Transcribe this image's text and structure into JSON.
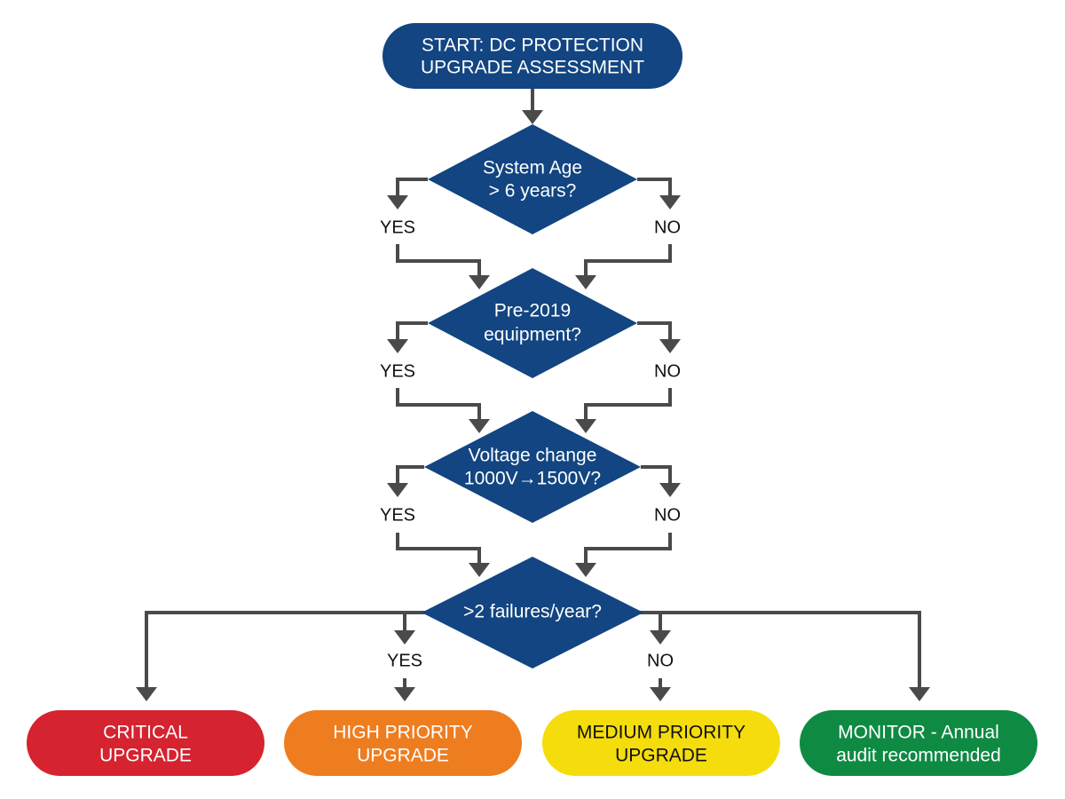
{
  "colors": {
    "start": "#124581",
    "decision": "#124581",
    "critical": "#d5232f",
    "high": "#ee7d20",
    "medium": "#f5dd0d",
    "monitor": "#0e8a43",
    "edge": "#4a4a4a"
  },
  "start": {
    "lines": [
      "START: DC PROTECTION",
      "UPGRADE ASSESSMENT"
    ]
  },
  "decisions": [
    {
      "lines": [
        "System Age",
        "> 6 years?"
      ],
      "yes": "YES",
      "no": "NO"
    },
    {
      "lines": [
        "Pre-2019",
        "equipment?"
      ],
      "yes": "YES",
      "no": "NO"
    },
    {
      "lines": [
        "Voltage change",
        "1000V→1500V?"
      ],
      "yes": "YES",
      "no": "NO"
    },
    {
      "lines": [
        ">2 failures/year?"
      ],
      "yes": "YES",
      "no": "NO"
    }
  ],
  "outcomes": [
    {
      "lines": [
        "CRITICAL",
        "UPGRADE"
      ]
    },
    {
      "lines": [
        "HIGH PRIORITY",
        "UPGRADE"
      ]
    },
    {
      "lines": [
        "MEDIUM PRIORITY",
        "UPGRADE"
      ]
    },
    {
      "lines": [
        "MONITOR - Annual",
        "audit recommended"
      ]
    }
  ]
}
